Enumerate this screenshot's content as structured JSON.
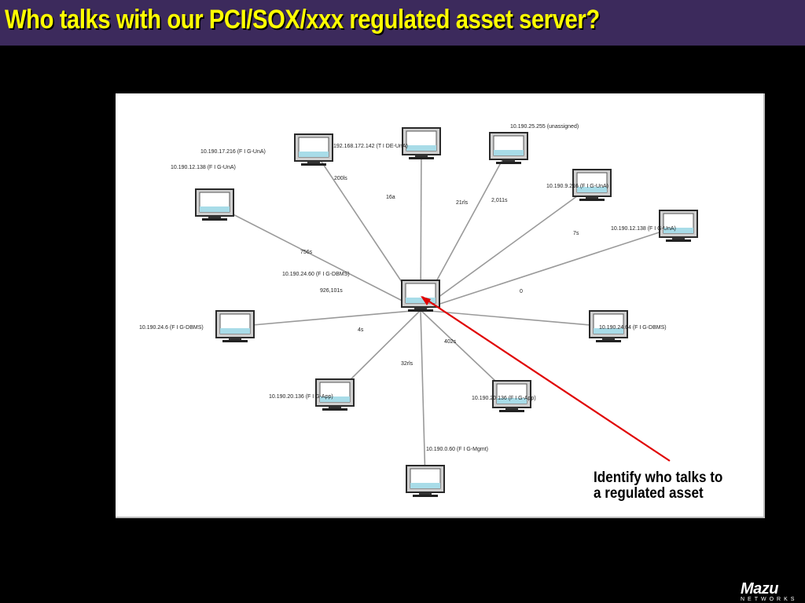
{
  "title": "Who talks with our PCI/SOX/xxx regulated asset server?",
  "callout": {
    "line1": "Identify who talks to",
    "line2": "a regulated asset"
  },
  "logo": {
    "word": "Mazu",
    "sub": "NETWORKS"
  },
  "colors": {
    "title_bar": "#3c2a5c",
    "title_text": "#ffff00",
    "arrow": "#e00000",
    "edge": "#9a9a9a"
  },
  "center": {
    "id": "center",
    "label": "10.190.24.60 (F I G-DBMS)"
  },
  "nodes": [
    {
      "id": "n1",
      "label": "10.190.17.216 (F I G-UnA)",
      "edge_label": "200ls"
    },
    {
      "id": "n2",
      "label": "192.168.172.142 (T I DE-UnA)",
      "edge_label": "16a"
    },
    {
      "id": "n3",
      "label": "10.190.25.255 (unassigned)",
      "edge_label": "21rls"
    },
    {
      "id": "n4",
      "label": "10.190.12.138 (F I G-UnA)",
      "edge_label": "756s"
    },
    {
      "id": "n5",
      "label": "10.190.9.216 (F I G-UnA)",
      "edge_label": "2,011s"
    },
    {
      "id": "n6",
      "label": "10.190.12.138 (F I G-UnA)",
      "edge_label": "7s"
    },
    {
      "id": "n7",
      "label": "10.190.24.6 (F I G-DBMS)",
      "edge_label": "926,101s"
    },
    {
      "id": "n8",
      "label": "10.190.24.64 (F I G-DBMS)",
      "edge_label": "0"
    },
    {
      "id": "n9",
      "label": "10.190.20.136 (F I G-App)",
      "edge_label": "4s"
    },
    {
      "id": "n10",
      "label": "10.190.0.60 (F I G-Mgmt)",
      "edge_label": "32rls"
    },
    {
      "id": "n11",
      "label": "10.190.20.136 (F I G-App)",
      "edge_label": "402s"
    }
  ]
}
